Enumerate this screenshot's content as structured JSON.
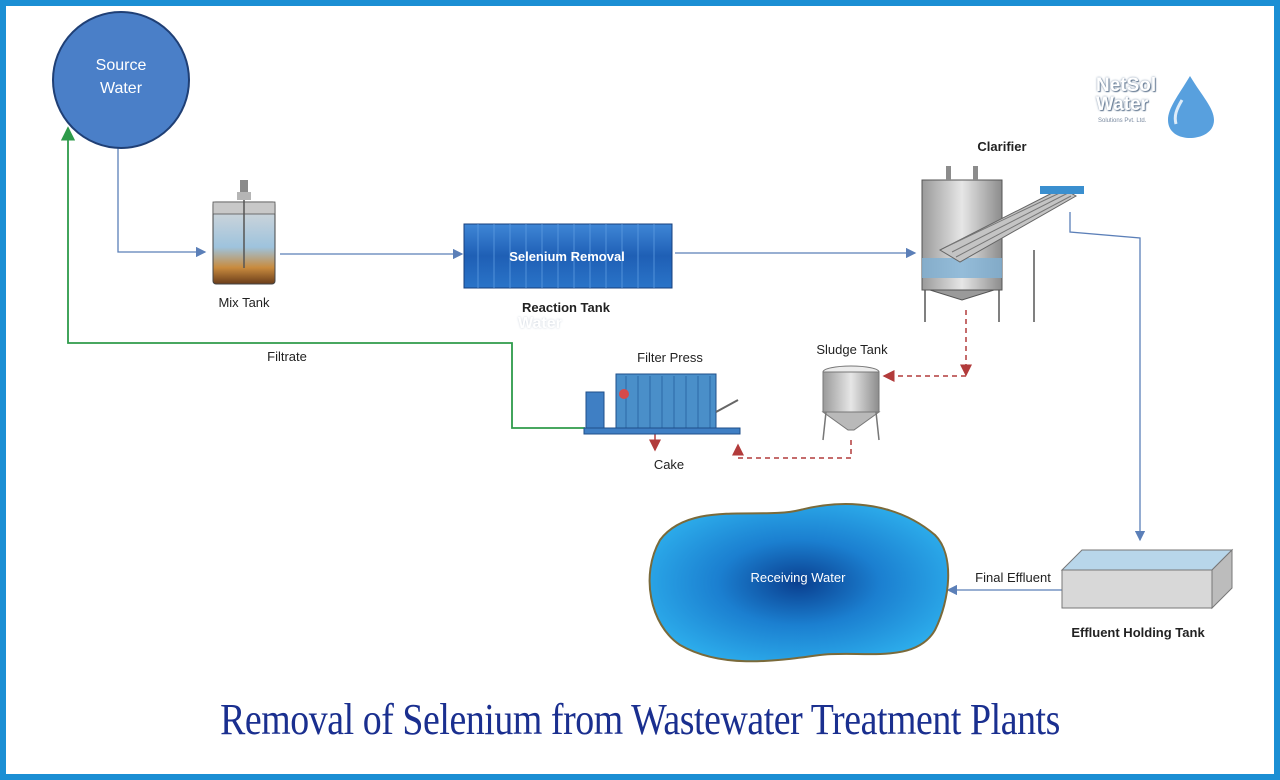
{
  "title": "Removal of Selenium from Wastewater Treatment Plants",
  "logo": {
    "brand": "NetSol",
    "line2": "Water",
    "tagline": "Solutions Pvt. Ltd."
  },
  "watermark": "Water",
  "nodes": {
    "source_water": [
      "Source",
      "Water"
    ],
    "mix_tank": "Mix Tank",
    "selenium_removal": "Selenium Removal",
    "reaction_tank": "Reaction Tank",
    "clarifier": "Clarifier",
    "sludge_tank": "Sludge Tank",
    "filter_press": "Filter Press",
    "cake": "Cake",
    "filtrate": "Filtrate",
    "receiving_water": "Receiving Water",
    "final_effluent": "Final Effluent",
    "effluent_holding_tank": "Effluent Holding Tank"
  },
  "colors": {
    "frame": "#1b8fd4",
    "flow_line": "#5b7fb8",
    "filtrate_line": "#2e9b4a",
    "sludge_line": "#b23b3b",
    "source_water_fill": "#4a7fc8",
    "title": "#1a2f8f"
  }
}
